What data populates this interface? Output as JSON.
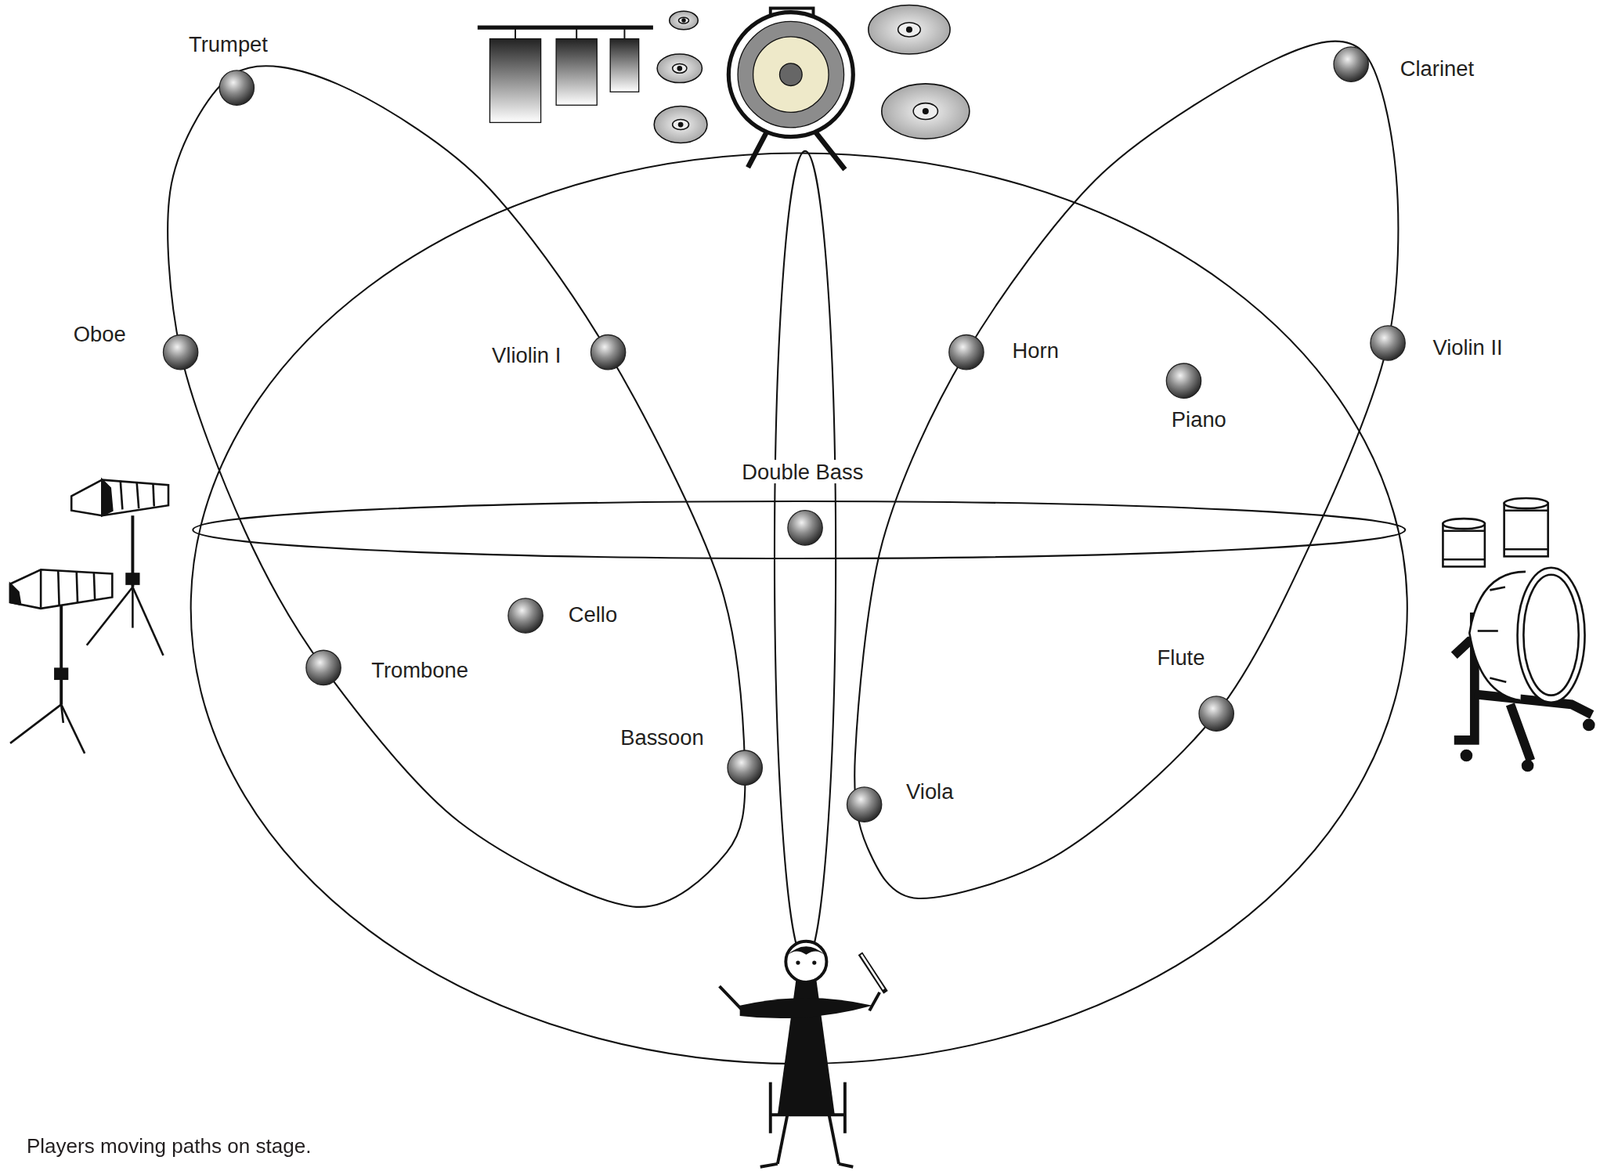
{
  "diagram": {
    "caption": "Players moving paths on stage.",
    "labels": [
      "Trumpet",
      "Clarinet",
      "Oboe",
      "Vliolin I",
      "Horn",
      "Violin II",
      "Piano",
      "Double Bass",
      "Cello",
      "Trombone",
      "Bassoon",
      "Flute",
      "Viola"
    ]
  }
}
